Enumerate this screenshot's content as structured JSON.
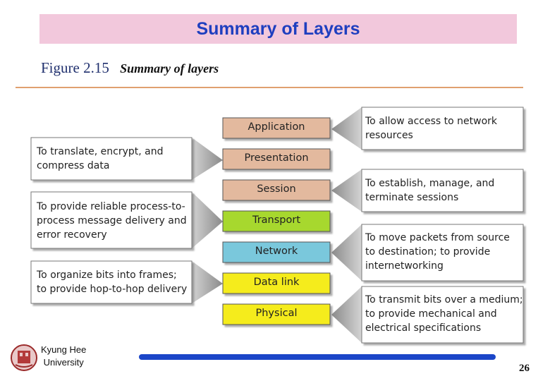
{
  "header": {
    "title": "Summary of Layers"
  },
  "figure": {
    "number": "Figure 2.15",
    "caption": "Summary of layers"
  },
  "layers": [
    {
      "name": "Application",
      "color": "#e3b99e"
    },
    {
      "name": "Presentation",
      "color": "#e3b99e"
    },
    {
      "name": "Session",
      "color": "#e3b99e"
    },
    {
      "name": "Transport",
      "color": "#a7d82f"
    },
    {
      "name": "Network",
      "color": "#7ac8dc"
    },
    {
      "name": "Data link",
      "color": "#f5ec1a"
    },
    {
      "name": "Physical",
      "color": "#f5ec1a"
    }
  ],
  "descriptions": {
    "application": [
      "To allow access to network",
      "resources"
    ],
    "presentation": [
      "To translate, encrypt, and",
      "compress data"
    ],
    "session": [
      "To establish, manage, and",
      "terminate sessions"
    ],
    "transport": [
      "To provide reliable process-to-",
      "process message delivery and",
      "error recovery"
    ],
    "network": [
      "To move packets from source",
      "to destination; to provide",
      "internetworking"
    ],
    "data_link": [
      "To organize bits into frames;",
      "to provide hop-to-hop delivery"
    ],
    "physical": [
      "To transmit bits over a medium;",
      "to provide mechanical and",
      "electrical specifications"
    ]
  },
  "footer": {
    "university": [
      "Kyung Hee",
      "University"
    ],
    "page_number": "26"
  }
}
